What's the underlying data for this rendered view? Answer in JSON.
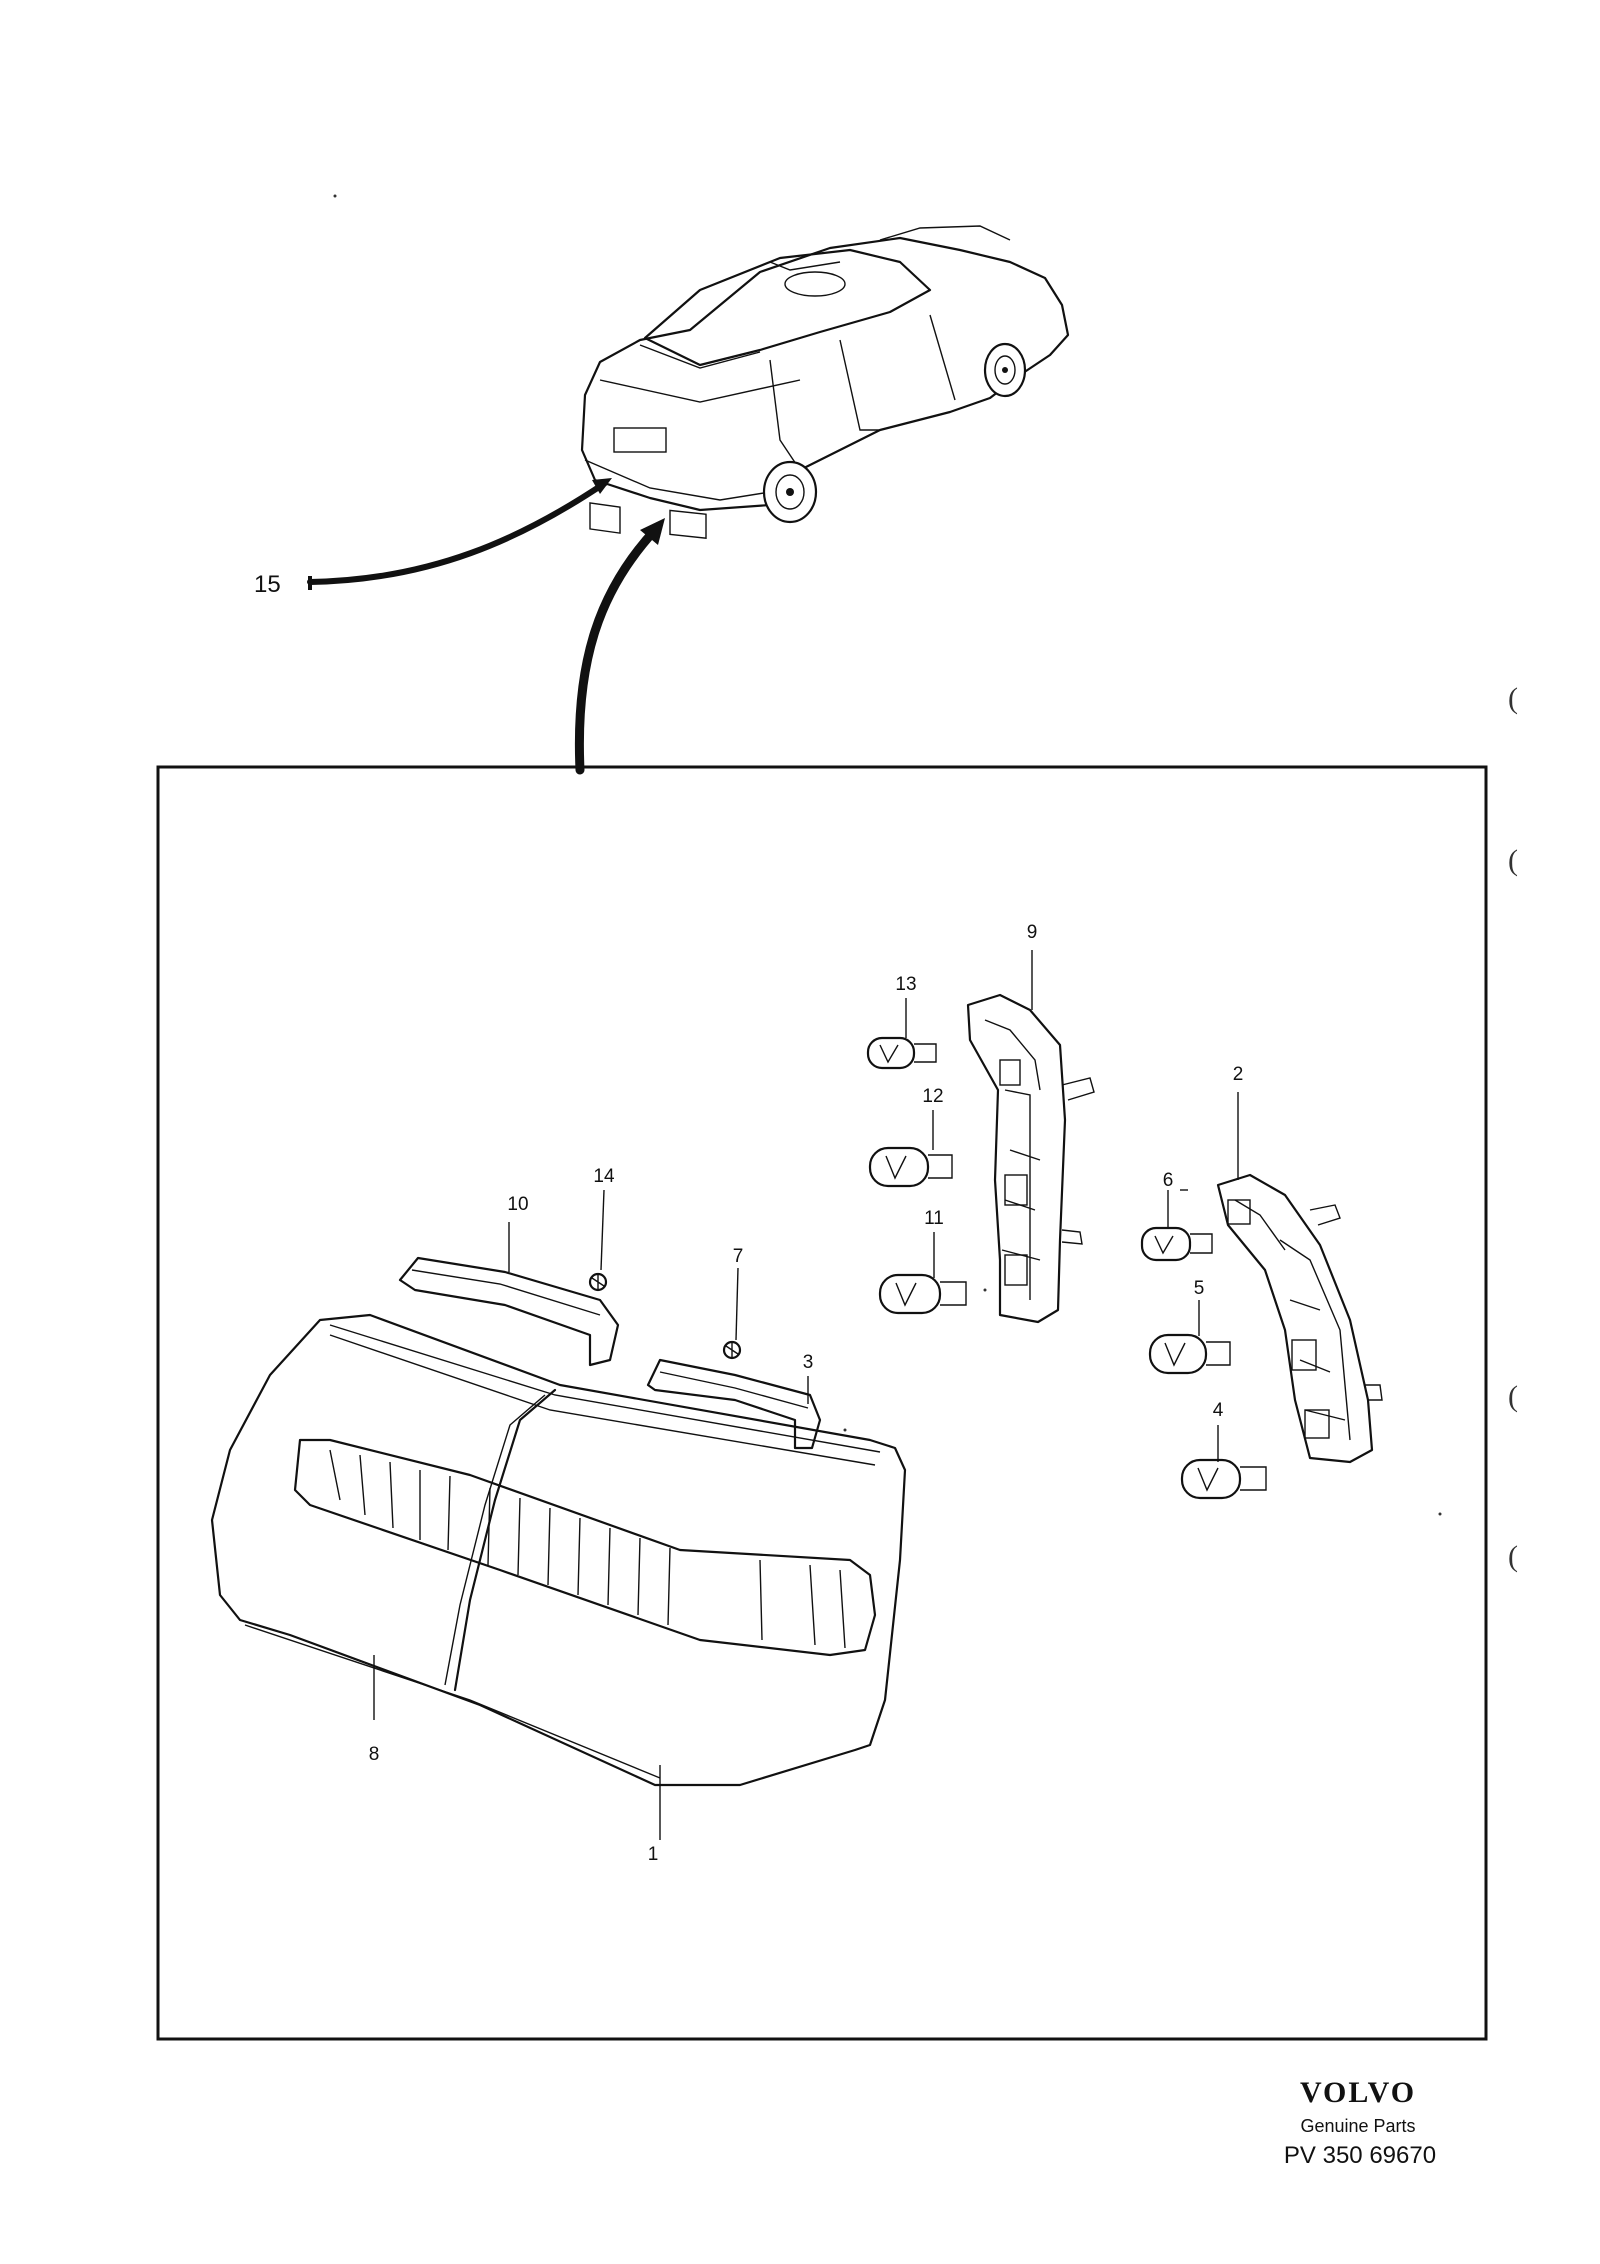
{
  "diagram": {
    "callouts": {
      "c1": "1",
      "c2": "2",
      "c3": "3",
      "c4": "4",
      "c5": "5",
      "c6": "6",
      "c7": "7",
      "c8": "8",
      "c9": "9",
      "c10": "10",
      "c11": "11",
      "c12": "12",
      "c13": "13",
      "c14": "14",
      "c15": "15"
    }
  },
  "footer": {
    "brand": "VOLVO",
    "subtitle": "Genuine Parts",
    "code": "PV 350 69670"
  }
}
